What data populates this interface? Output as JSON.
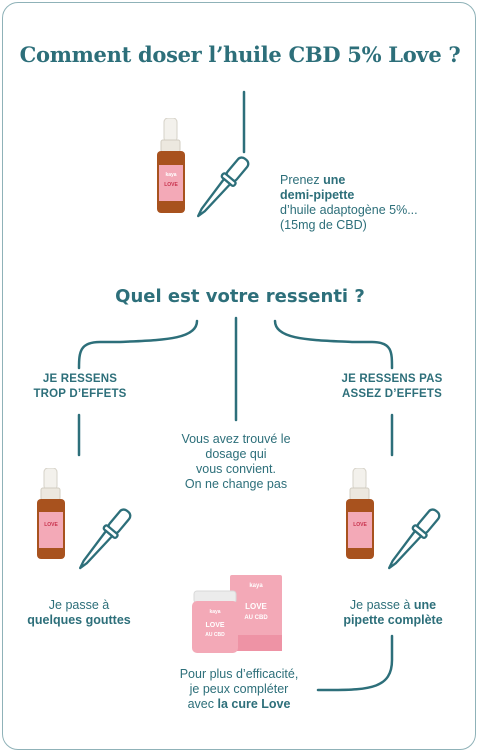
{
  "title": "Comment doser l’huile CBD 5% Love ?",
  "step1": {
    "prefix": "Prenez ",
    "bold1": "une",
    "bold2": "demi-pipette",
    "line3": "d’huile adaptogène 5%...",
    "line4": "(15mg de CBD)"
  },
  "question": "Quel est votre ressenti ?",
  "left": {
    "caption_line1": "JE RESSENS",
    "caption_line2": "TROP D’EFFETS",
    "result_line1": "Je passe à",
    "result_bold": "quelques gouttes"
  },
  "center": {
    "line1": "Vous avez trouvé le",
    "line2": "dosage qui",
    "line3": "vous convient.",
    "line4": "On ne change pas"
  },
  "right": {
    "caption_line1": "JE RESSENS PAS",
    "caption_line2": "ASSEZ D’EFFETS",
    "result_prefix": "Je passe à ",
    "result_bold1": "une",
    "result_bold2": "pipette complète"
  },
  "bottom": {
    "line1": "Pour plus d’efficacité,",
    "line2": "je peux compléter",
    "line3_prefix": "avec ",
    "line3_bold": "la cure Love"
  },
  "product": {
    "brand": "kaya",
    "label_line1": "LOVE",
    "label_line2": "AU CBD"
  },
  "colors": {
    "teal": "#2d6f7a",
    "pink": "#f2a7b5",
    "amber": "#b5561f"
  }
}
